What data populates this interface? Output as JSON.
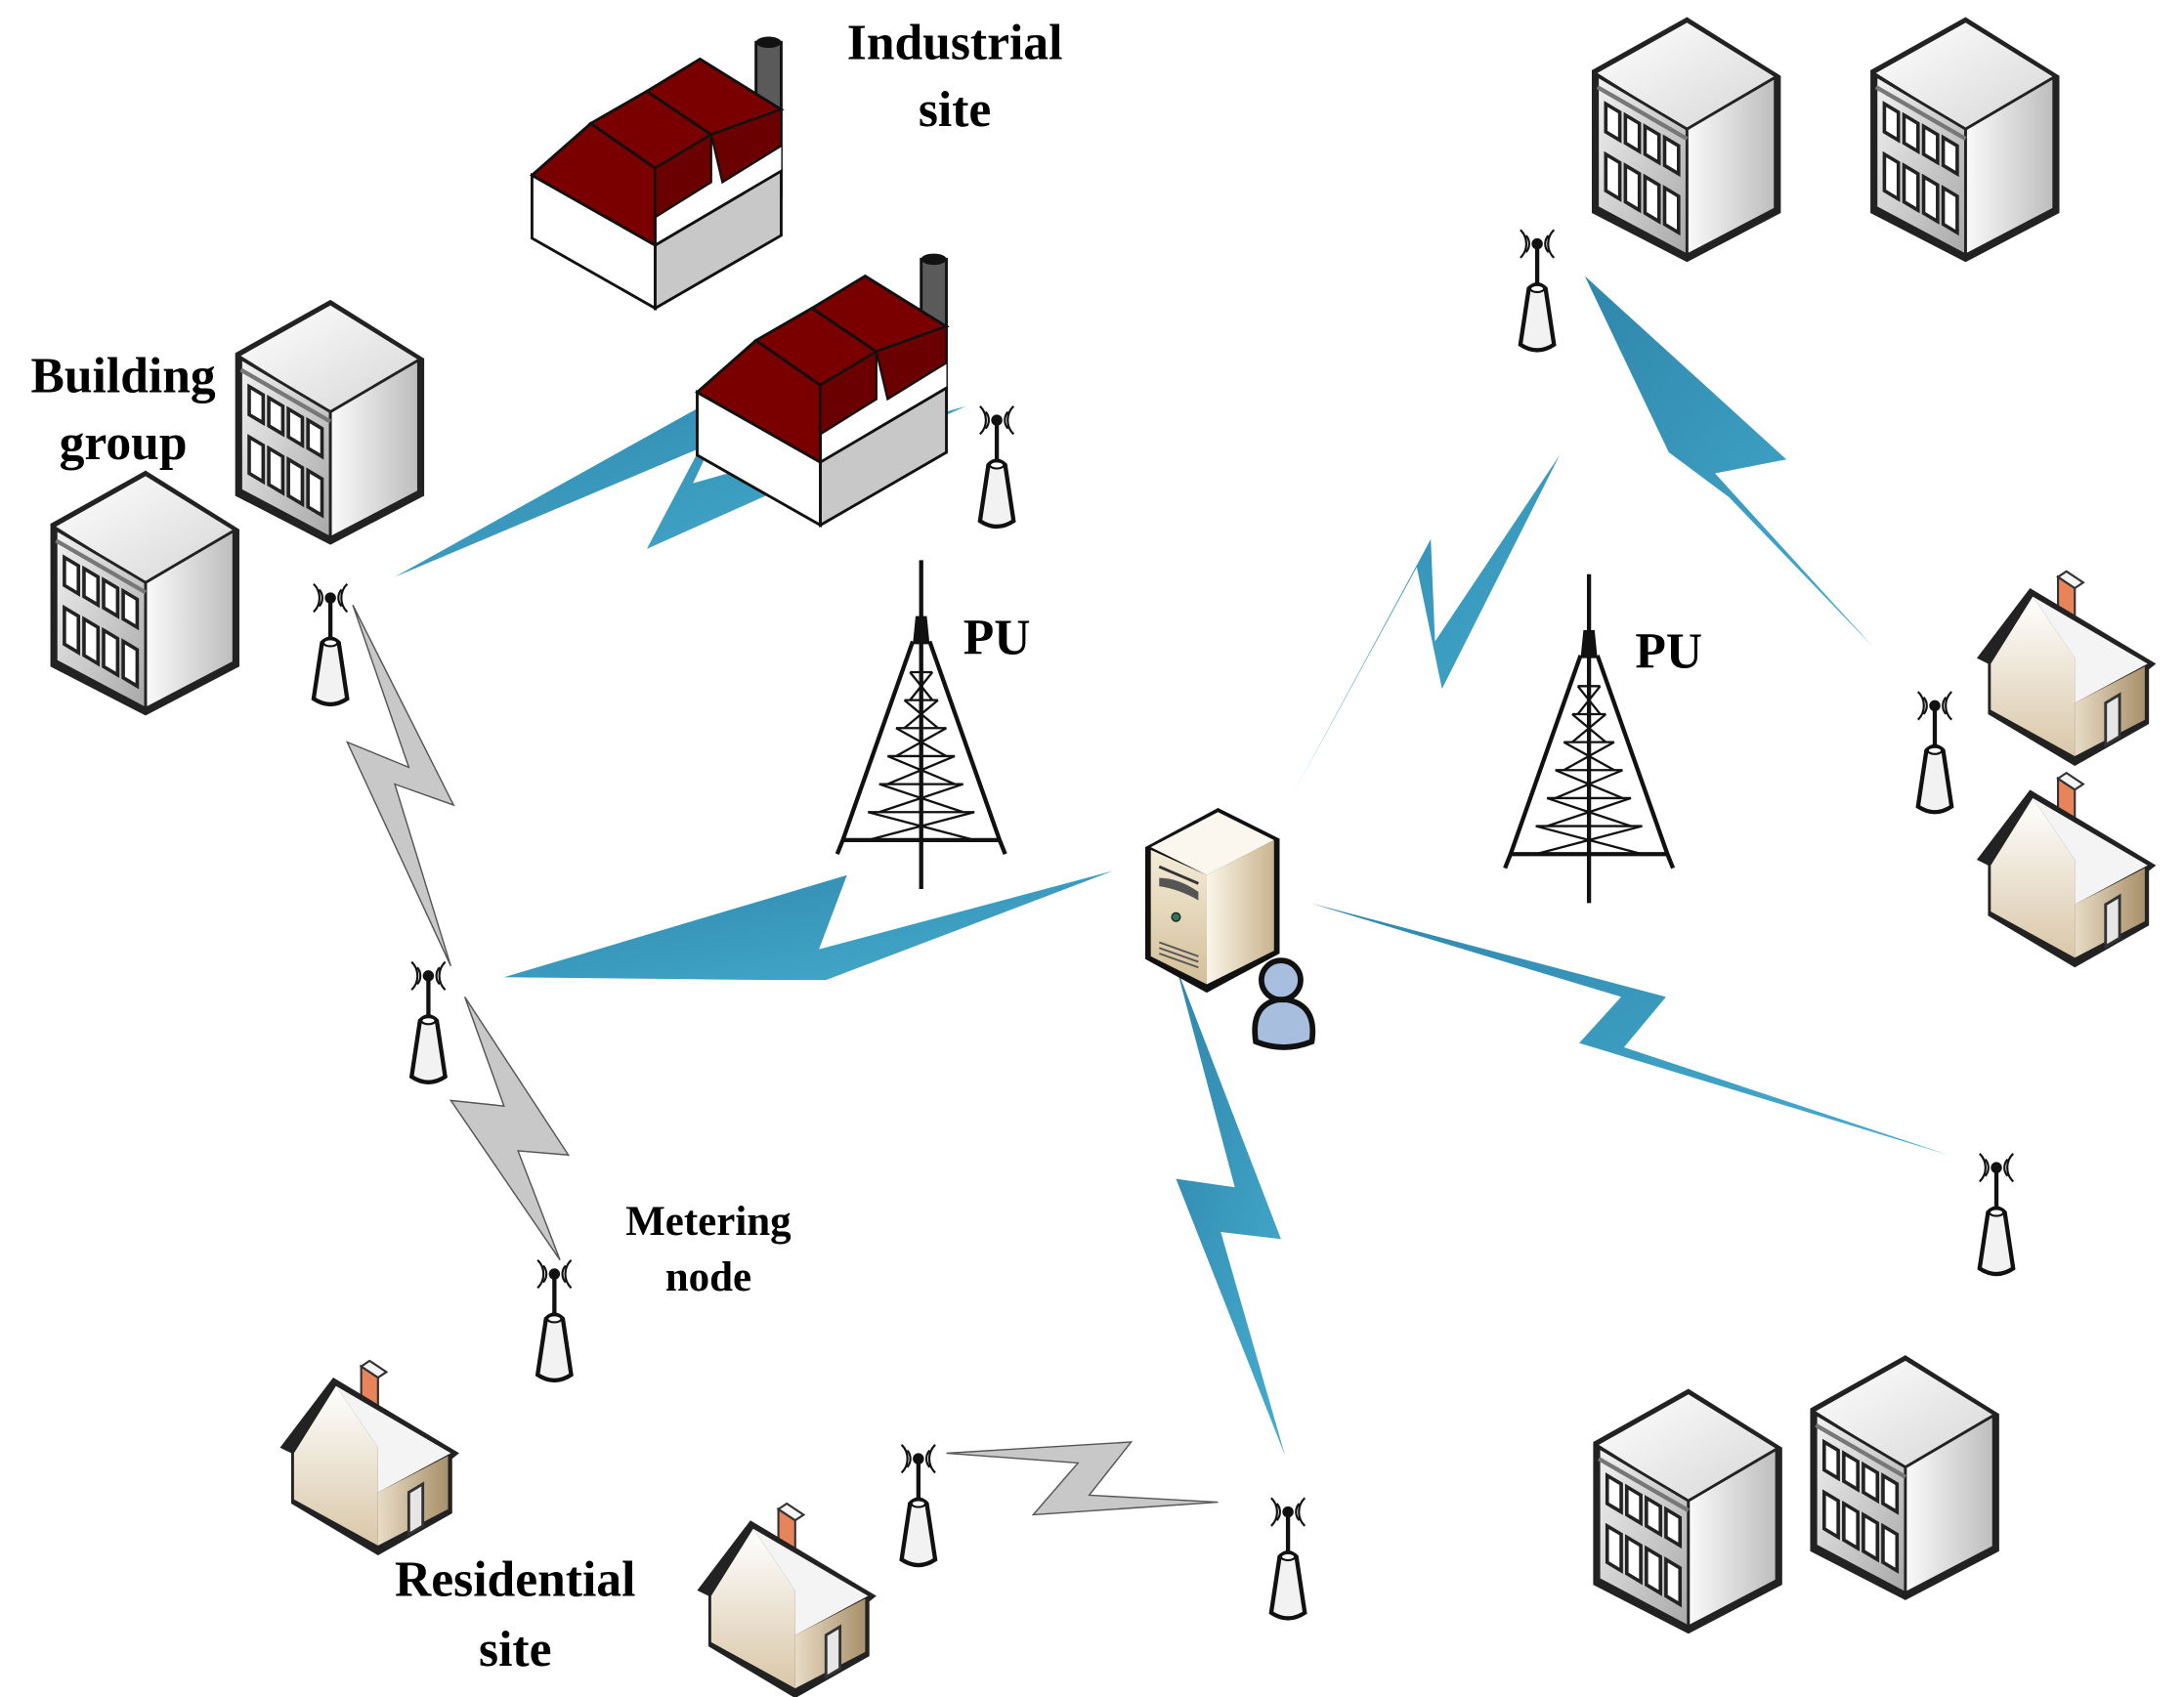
{
  "labels": {
    "industrial_line1": "Industrial",
    "industrial_line2": "site",
    "building_line1": "Building",
    "building_line2": "group",
    "pu_left": "PU",
    "pu_right": "PU",
    "metering_line1": "Metering",
    "metering_line2": "node",
    "residential_line1": "Residential",
    "residential_line2": "site"
  },
  "colors": {
    "link_blue": "#3a9fc0",
    "link_gray": "#c8c8c8",
    "factory_roof": "#7a0000",
    "chimney": "#5a5a5a",
    "house_chimney": "#e8845a"
  },
  "nodes": [
    {
      "type": "metering-node",
      "group": "industrial"
    },
    {
      "type": "metering-node",
      "group": "building"
    },
    {
      "type": "metering-node",
      "group": "relay-left"
    },
    {
      "type": "metering-node",
      "group": "metering"
    },
    {
      "type": "metering-node",
      "group": "residential-a"
    },
    {
      "type": "metering-node",
      "group": "residential-b"
    },
    {
      "type": "metering-node",
      "group": "office-top-right"
    },
    {
      "type": "metering-node",
      "group": "houses-right"
    },
    {
      "type": "metering-node",
      "group": "right-mid"
    }
  ],
  "links": [
    {
      "from": "building",
      "to": "industrial",
      "kind": "primary"
    },
    {
      "from": "building",
      "to": "relay-left",
      "kind": "secondary"
    },
    {
      "from": "relay-left",
      "to": "metering",
      "kind": "secondary"
    },
    {
      "from": "relay-left",
      "to": "server",
      "kind": "primary"
    },
    {
      "from": "server",
      "to": "office-top-right",
      "kind": "primary"
    },
    {
      "from": "office-top-right",
      "to": "houses-right",
      "kind": "primary"
    },
    {
      "from": "server",
      "to": "right-mid",
      "kind": "primary"
    },
    {
      "from": "server",
      "to": "residential-b",
      "kind": "primary"
    },
    {
      "from": "residential-a",
      "to": "residential-b",
      "kind": "secondary"
    }
  ]
}
